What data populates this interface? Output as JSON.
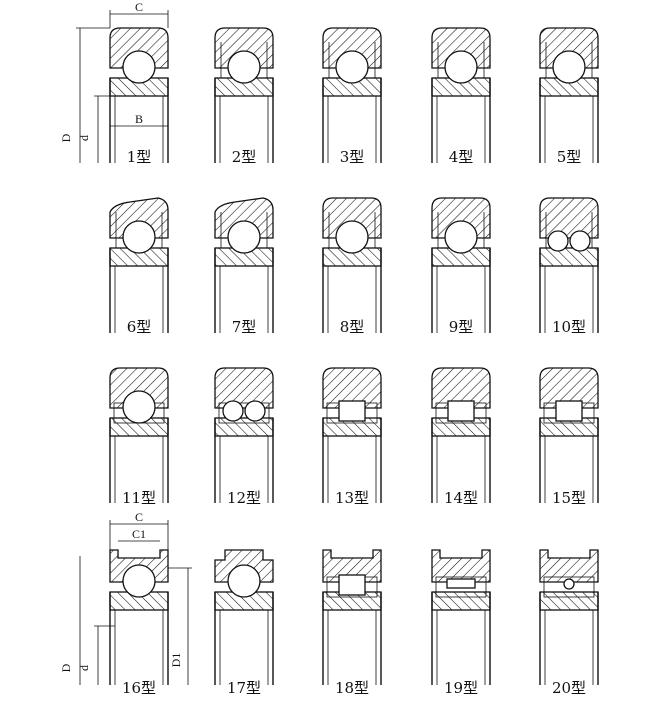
{
  "types": [
    {
      "label": "1型",
      "ball": "single",
      "cage": "none",
      "outer": "plain"
    },
    {
      "label": "2型",
      "ball": "single",
      "cage": "side",
      "outer": "plain"
    },
    {
      "label": "3型",
      "ball": "single",
      "cage": "side",
      "outer": "plain"
    },
    {
      "label": "4型",
      "ball": "single",
      "cage": "side",
      "outer": "plain"
    },
    {
      "label": "5型",
      "ball": "single",
      "cage": "side",
      "outer": "plain"
    },
    {
      "label": "6型",
      "ball": "single",
      "cage": "side",
      "outer": "curved"
    },
    {
      "label": "7型",
      "ball": "single",
      "cage": "side",
      "outer": "curved"
    },
    {
      "label": "8型",
      "ball": "single",
      "cage": "side",
      "outer": "plain"
    },
    {
      "label": "9型",
      "ball": "single",
      "cage": "side",
      "outer": "plain"
    },
    {
      "label": "10型",
      "ball": "double",
      "cage": "side",
      "outer": "plain"
    },
    {
      "label": "11型",
      "ball": "single",
      "cage": "box",
      "outer": "plain"
    },
    {
      "label": "12型",
      "ball": "double",
      "cage": "box",
      "outer": "plain"
    },
    {
      "label": "13型",
      "ball": "roller",
      "cage": "box",
      "outer": "plain"
    },
    {
      "label": "14型",
      "ball": "roller",
      "cage": "box",
      "outer": "plain"
    },
    {
      "label": "15型",
      "ball": "roller",
      "cage": "box",
      "outer": "plain"
    },
    {
      "label": "16型",
      "ball": "single",
      "cage": "none",
      "outer": "groove"
    },
    {
      "label": "17型",
      "ball": "single",
      "cage": "none",
      "outer": "step"
    },
    {
      "label": "18型",
      "ball": "roller",
      "cage": "box",
      "outer": "groove"
    },
    {
      "label": "19型",
      "ball": "needle",
      "cage": "box",
      "outer": "groove"
    },
    {
      "label": "20型",
      "ball": "thin",
      "cage": "box",
      "outer": "groove"
    }
  ],
  "dimensions_type1": {
    "top": "C",
    "bottom": "B",
    "outer_dia": "D",
    "inner_dia": "d"
  },
  "dimensions_type16": {
    "top": "C",
    "top_inner": "C1",
    "outer_dia": "D",
    "inner_dia": "d",
    "flange_dia": "D1"
  }
}
